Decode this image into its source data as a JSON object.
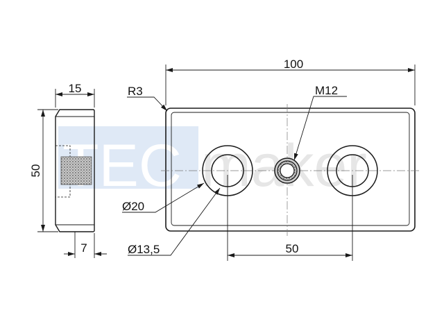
{
  "watermark": {
    "part1": "TEC",
    "part2": "maker",
    "box_color": "#dfe9f6",
    "tec_color": "#ffffff",
    "maker_color": "#e6e6e6"
  },
  "dimensions": {
    "overall_length": "100",
    "side_width": "15",
    "height": "50",
    "corner_radius": "R3",
    "thread": "M12",
    "counterbore_dia": "Ø20",
    "hole_dia": "Ø13,5",
    "hole_spacing": "50",
    "counterbore_depth": "7"
  },
  "colors": {
    "line": "#1a1a1a",
    "centerline": "#777777",
    "thread_fill": "#9a9a9a"
  }
}
